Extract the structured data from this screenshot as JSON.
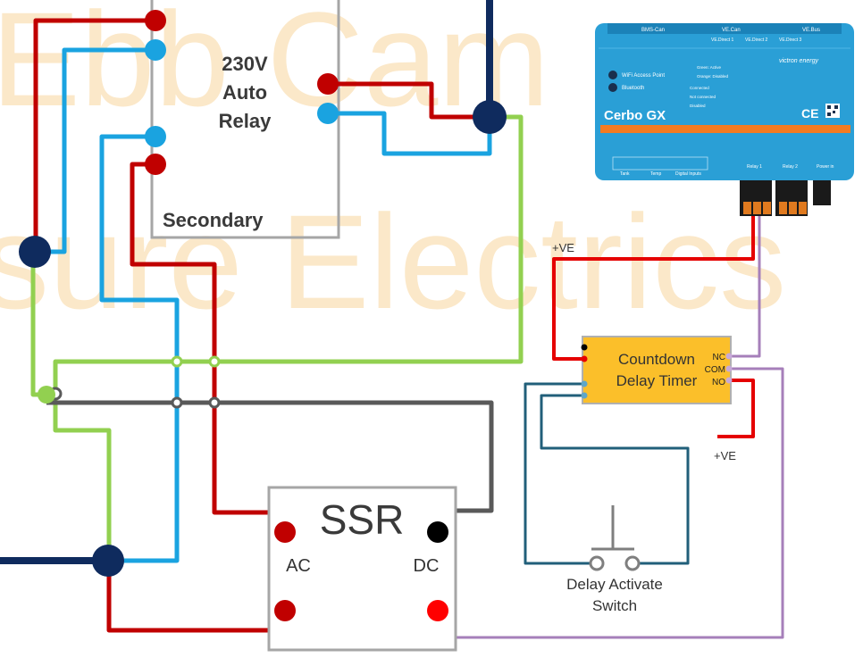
{
  "watermark": {
    "line1": "Ebb Cam",
    "line2": "sure Electrics"
  },
  "relay": {
    "title_line1": "230V",
    "title_line2": "Auto",
    "title_line3": "Relay",
    "secondary_label": "Secondary"
  },
  "ssr": {
    "title": "SSR",
    "ac_label": "AC",
    "dc_label": "DC"
  },
  "timer": {
    "line1": "Countdown",
    "line2": "Delay Timer",
    "nc": "NC",
    "com": "COM",
    "no": "NO"
  },
  "labels": {
    "ve_top": "+VE",
    "ve_bottom": "+VE",
    "switch_line1": "Delay Activate",
    "switch_line2": "Switch"
  },
  "cerbo": {
    "model": "Cerbo GX",
    "brand": "victron energy",
    "top_labels": [
      "BMS-Can",
      "VE.Can",
      "VE.Bus"
    ],
    "port_labels": [
      "VE.Direct 1",
      "VE.Direct 2",
      "VE.Direct 3"
    ],
    "wifi_label": "WiFi Access Point",
    "bt_label": "Bluetooth",
    "status_lines": [
      "Green: Active",
      "Orange: Disabled",
      "Connected",
      "Not connected",
      "Disabled"
    ],
    "bottom_labels": [
      "Tank",
      "Temp",
      "Digital Inputs",
      "Relay 1",
      "Relay 2",
      "Power in"
    ],
    "ce": "CE"
  },
  "colors": {
    "red": "#c00000",
    "lightblue": "#1aa3e0",
    "navy": "#0f2b5e",
    "green": "#92d050",
    "gray": "#595959",
    "purple": "#a67fba",
    "teal": "#215f7a",
    "bright_red": "#e50000",
    "timer": "#fbbf2a",
    "cerbo_blue": "#2a9fd6"
  }
}
